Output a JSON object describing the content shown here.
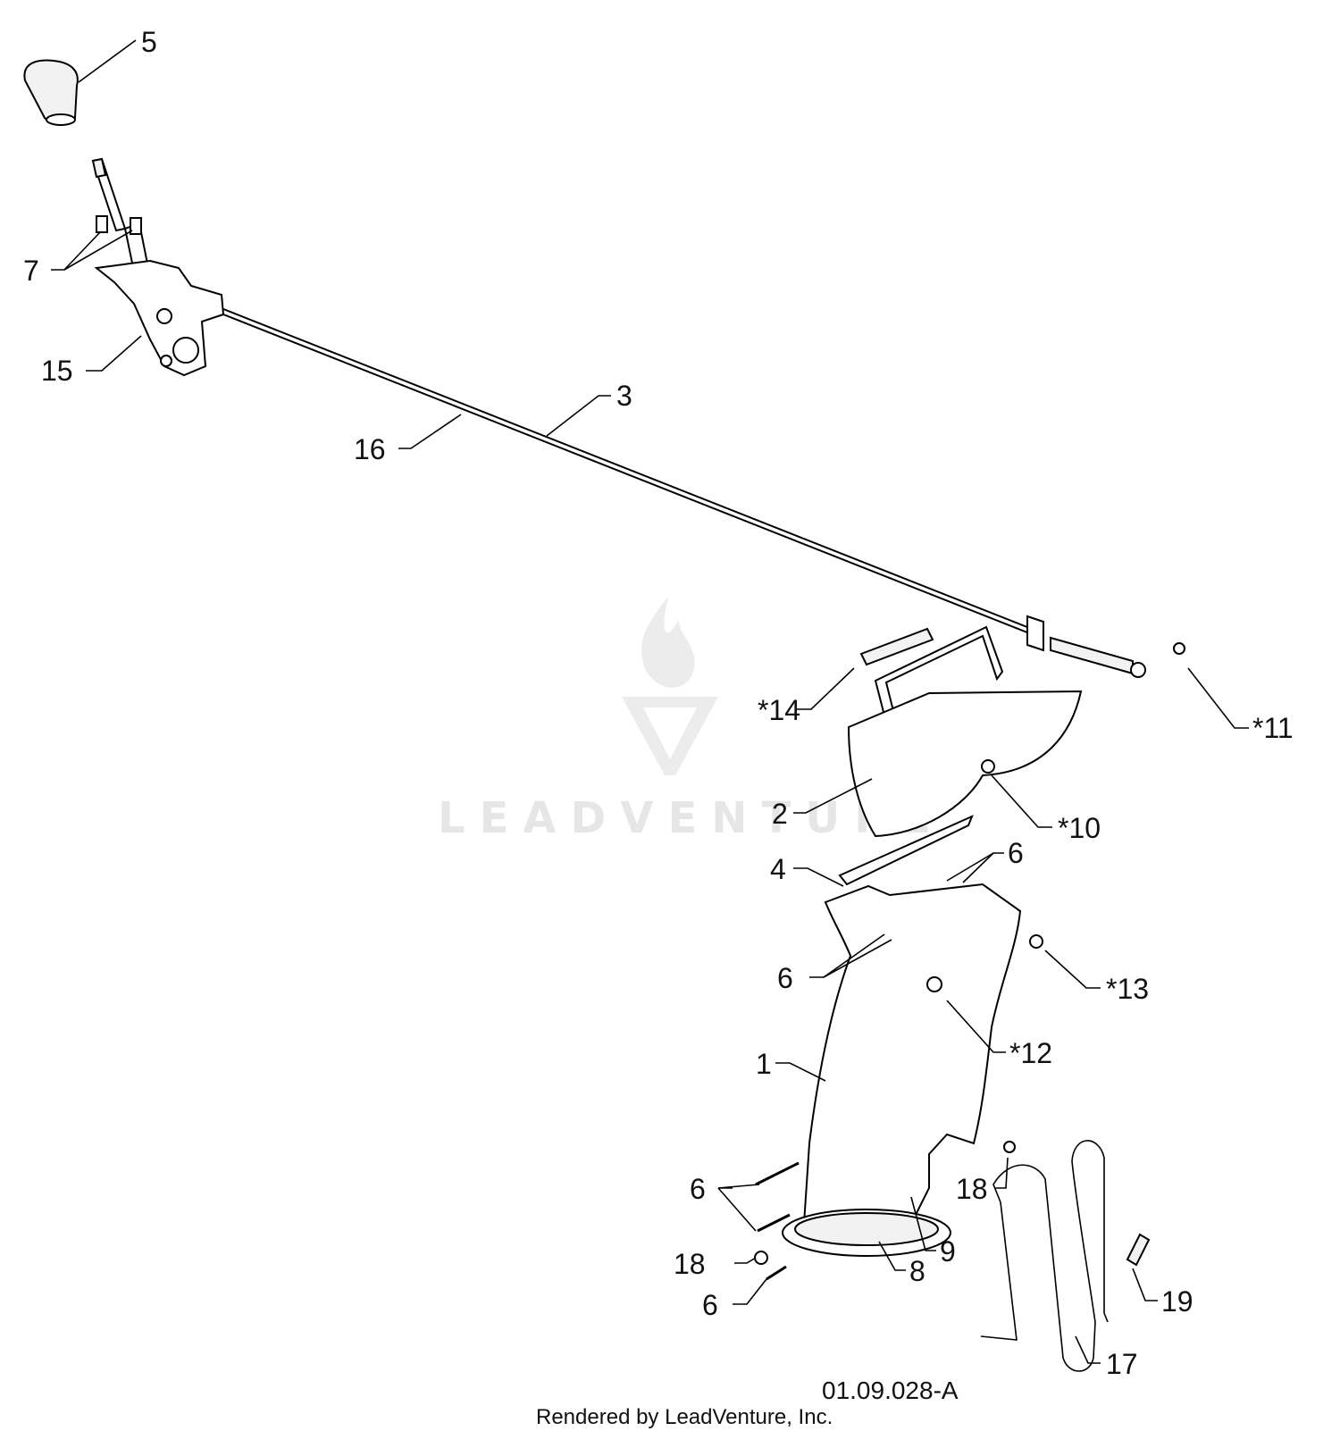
{
  "watermark": {
    "text": "LEADVENTURE"
  },
  "drawing_code": "01.09.028-A",
  "footer": "Rendered by LeadVenture, Inc.",
  "callouts": [
    {
      "id": "c5",
      "text": "5"
    },
    {
      "id": "c7",
      "text": "7"
    },
    {
      "id": "c15",
      "text": "15"
    },
    {
      "id": "c16",
      "text": "16"
    },
    {
      "id": "c3",
      "text": "3"
    },
    {
      "id": "c14",
      "text": "*14"
    },
    {
      "id": "c11",
      "text": "*11"
    },
    {
      "id": "c2",
      "text": "2"
    },
    {
      "id": "c10",
      "text": "*10"
    },
    {
      "id": "c4",
      "text": "4"
    },
    {
      "id": "c6a",
      "text": "6"
    },
    {
      "id": "c6b",
      "text": "6"
    },
    {
      "id": "c13",
      "text": "*13"
    },
    {
      "id": "c12",
      "text": "*12"
    },
    {
      "id": "c1",
      "text": "1"
    },
    {
      "id": "c18a",
      "text": "18"
    },
    {
      "id": "c6c",
      "text": "6"
    },
    {
      "id": "c9",
      "text": "9"
    },
    {
      "id": "c8",
      "text": "8"
    },
    {
      "id": "c18b",
      "text": "18"
    },
    {
      "id": "c6d",
      "text": "6"
    },
    {
      "id": "c19",
      "text": "19"
    },
    {
      "id": "c17",
      "text": "17"
    }
  ]
}
